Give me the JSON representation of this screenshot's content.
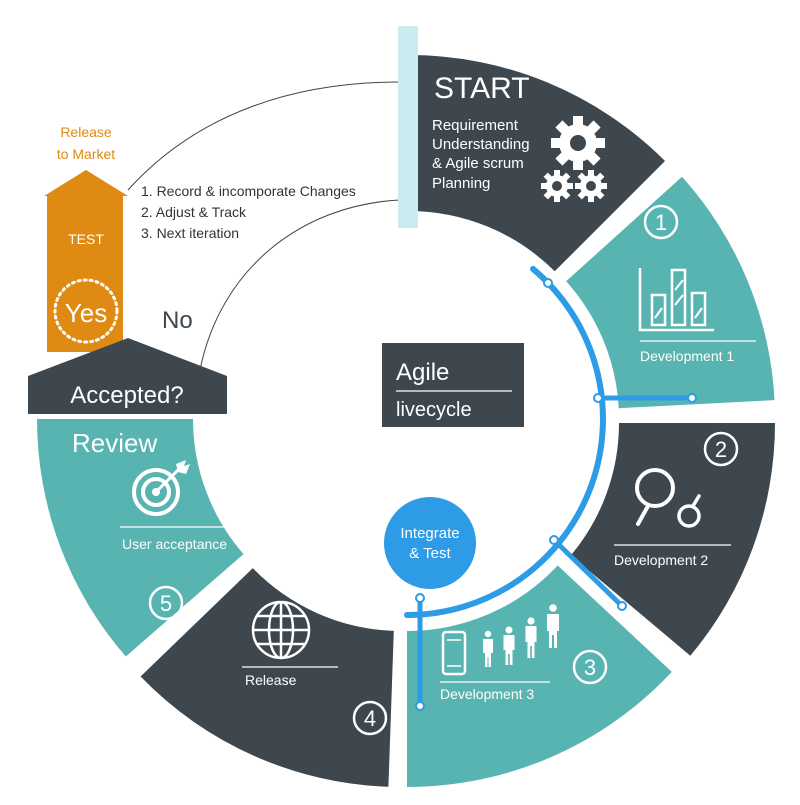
{
  "center": {
    "line1": "Agile",
    "line2": "livecycle"
  },
  "start": {
    "title": "START",
    "lines": [
      "Requirement",
      "Understanding",
      "& Agile scrum",
      "Planning"
    ]
  },
  "development1": {
    "label": "Development 1",
    "number": "1"
  },
  "development2": {
    "label": "Development 2",
    "number": "2"
  },
  "development3": {
    "label": "Development 3",
    "number": "3"
  },
  "release": {
    "label": "Release",
    "number": "4"
  },
  "review": {
    "title": "Review",
    "label": "User acceptance",
    "number": "5"
  },
  "integrate": {
    "line1": "Integrate",
    "line2": "& Test"
  },
  "decision": {
    "question": "Accepted?",
    "yes": "Yes",
    "no": "No",
    "test": "TEST"
  },
  "release_to_market": {
    "line1": "Release",
    "line2": "to Market"
  },
  "changes": [
    "1. Record & incomporate Changes",
    "2. Adjust & Track",
    "3. Next iteration"
  ],
  "colors": {
    "dark": "#3d474d",
    "teal": "#58b4b0",
    "blue": "#2d9be6",
    "orange": "#df8a13",
    "lightblue": "#c8ecef"
  },
  "icons": [
    "gears-icon",
    "bar-chart-icon",
    "magnifier-icon",
    "team-icon",
    "phone-icon",
    "globe-icon",
    "target-icon"
  ]
}
